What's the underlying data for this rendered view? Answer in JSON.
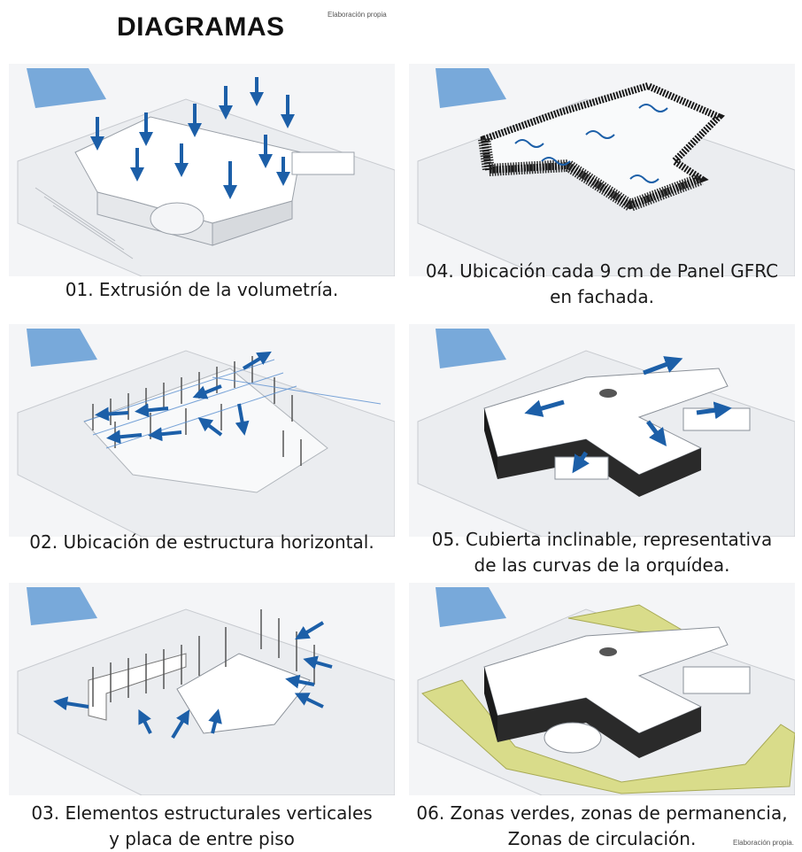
{
  "header": {
    "title": "DIAGRAMAS",
    "source_top": "Elaboración propia"
  },
  "footer": {
    "source_bottom": "Elaboración propia."
  },
  "panels": [
    {
      "id": "01",
      "caption": [
        "01. Extrusión de la volumetría."
      ]
    },
    {
      "id": "02",
      "caption": [
        "02. Ubicación de estructura horizontal."
      ]
    },
    {
      "id": "03",
      "caption": [
        "03. Elementos estructurales verticales",
        "y placa de entre piso"
      ]
    },
    {
      "id": "04",
      "caption": [
        "04. Ubicación cada 9 cm de Panel GFRC",
        "en fachada."
      ]
    },
    {
      "id": "05",
      "caption": [
        "05. Cubierta inclinable, representativa",
        "de las curvas de la orquídea."
      ]
    },
    {
      "id": "06",
      "caption": [
        "06. Zonas verdes, zonas de permanencia,",
        "Zonas de circulación."
      ]
    }
  ],
  "colors": {
    "arrow": "#1c5fa8",
    "shadow": "#4f8fd0",
    "green": "#d9dc8a",
    "dark": "#1b1b1b"
  }
}
